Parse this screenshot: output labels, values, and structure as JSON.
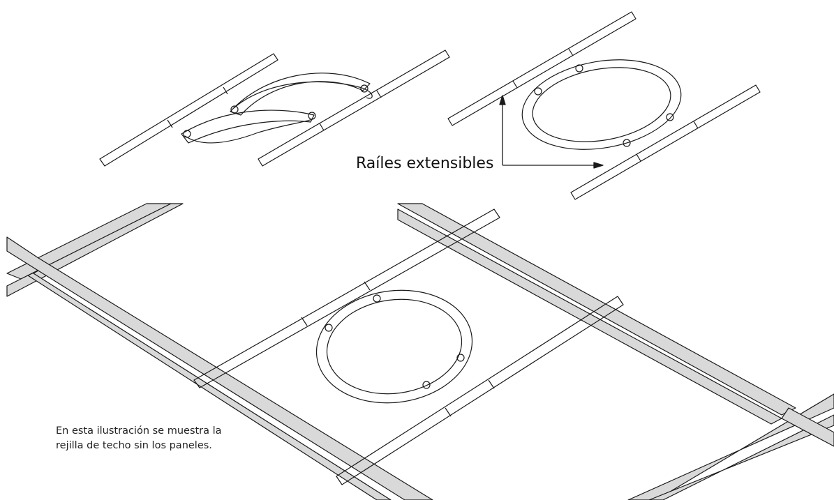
{
  "callout": {
    "label": "Raíles extensibles"
  },
  "caption": {
    "line1": "En esta ilustración se muestra la",
    "line2": "rejilla de techo sin los paneles."
  },
  "colors": {
    "ink": "#1a1a1a",
    "grid_fill": "#d9d9d9",
    "background": "#ffffff"
  }
}
